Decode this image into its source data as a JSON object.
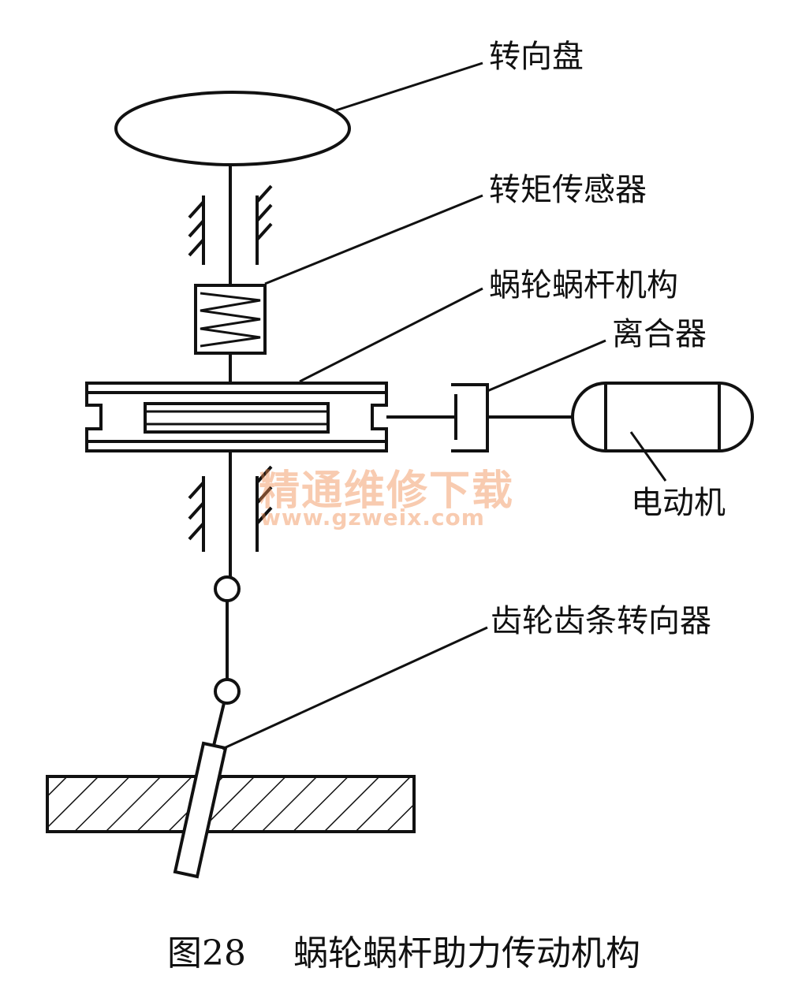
{
  "labels": {
    "steering_wheel": "转向盘",
    "torque_sensor": "转矩传感器",
    "worm_gear": "蜗轮蜗杆机构",
    "clutch": "离合器",
    "motor": "电动机",
    "rack_pinion": "齿轮齿条转向器"
  },
  "watermark": {
    "cn": "精通维修下载",
    "url": "www.gzweix.com"
  },
  "caption": {
    "number": "图28",
    "title": "蜗轮蜗杆助力传动机构"
  },
  "colors": {
    "line": "#111111",
    "watermark": "#f08c50"
  }
}
